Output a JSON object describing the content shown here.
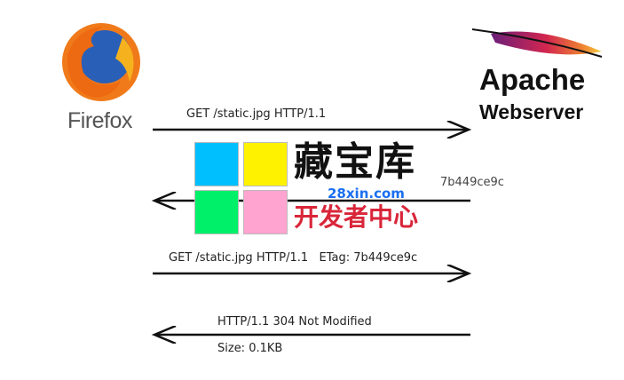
{
  "client": {
    "name": "Firefox"
  },
  "server": {
    "name": "Apache",
    "subtitle": "Webserver"
  },
  "messages": [
    {
      "direction": "request",
      "lines": [
        "GET /static.jpg HTTP/1.1"
      ]
    },
    {
      "direction": "response",
      "lines": [
        "7b449ce9c"
      ]
    },
    {
      "direction": "request",
      "lines": [
        "GET /static.jpg HTTP/1.1   ETag: 7b449ce9c"
      ]
    },
    {
      "direction": "response",
      "lines": [
        "HTTP/1.1 304 Not Modified",
        "Size: 0.1KB"
      ]
    }
  ],
  "watermark": {
    "line1": "藏宝库",
    "url": "28xin.com",
    "line2": "开发者中心"
  },
  "colors": {
    "tile1": "#00bfff",
    "tile2": "#fff200",
    "tile3": "#00f06a",
    "tile4": "#ffa3d0",
    "watermark_red": "#d9263a",
    "watermark_blue": "#1a6ff0"
  }
}
